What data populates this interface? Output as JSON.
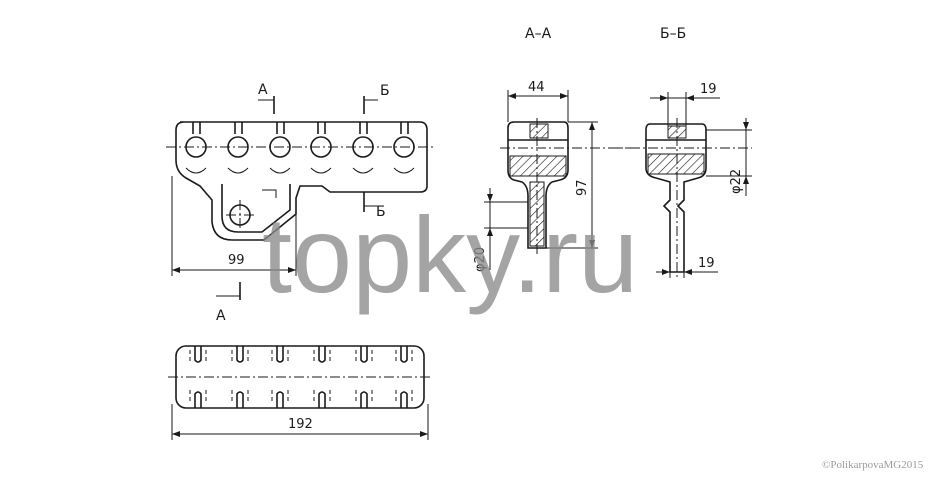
{
  "sections": {
    "a_a": "А–А",
    "b_b": "Б–Б",
    "cut_a": "А",
    "cut_b": "Б"
  },
  "dimensions": {
    "front_width": "99",
    "bottom_length": "192",
    "section_a_width": "44",
    "section_a_height": "97",
    "section_a_diameter": "φ20",
    "section_b_top_width": "19",
    "section_b_bottom_width": "19",
    "section_b_diameter": "φ22"
  },
  "watermark": "topky.ru",
  "copyright": "©PolikarpovaMG2015"
}
